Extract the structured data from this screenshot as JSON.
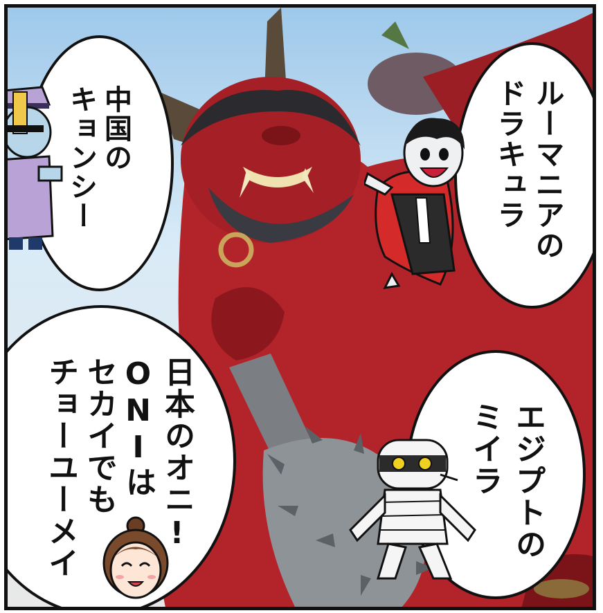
{
  "bubbles": {
    "china": {
      "line1": "中国の",
      "line2": "キョンシー"
    },
    "romania": {
      "line1": "ルーマニアの",
      "line2": "ドラキュラ"
    },
    "egypt": {
      "line1": "エジプトの",
      "line2": "ミイラ"
    },
    "japan": {
      "line1": "日本のオニ!",
      "line2": "ONIは",
      "line3": "セカイでも",
      "line4": "チョーユーメイ"
    }
  },
  "colors": {
    "oni_red": "#b3232a",
    "oni_dark_red": "#7a1418",
    "sky": "#9ec8ea",
    "jiangshi_purple": "#b9a2d6",
    "dracula_cape_red": "#d42a2a",
    "mummy_bandage": "#f5f5f5"
  },
  "icons": [
    "oni-statue-figure",
    "jiangshi-icon",
    "dracula-icon",
    "mummy-icon",
    "narrator-girl-icon"
  ]
}
